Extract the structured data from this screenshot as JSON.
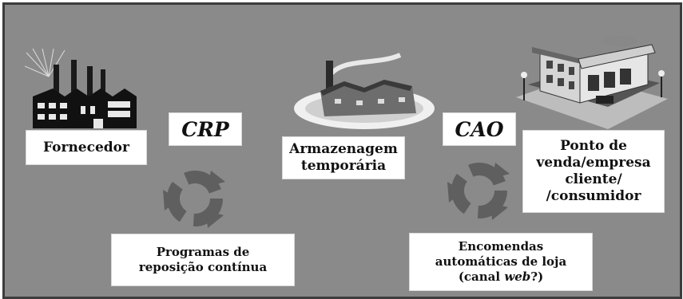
{
  "nodes": {
    "fornecedor": "Fornecedor",
    "crp": "CRP",
    "armazenagem": [
      "Armazenagem",
      "temporária"
    ],
    "cao": "CAO",
    "ponto": [
      "Ponto de",
      "venda/empresa",
      "cliente/",
      "/consumidor"
    ],
    "programas": [
      "Programas de",
      "reposição contínua"
    ],
    "encomendas": [
      "Encomendas",
      "automáticas de loja"
    ],
    "canal_prefix": "(canal ",
    "canal_web": "web",
    "canal_suffix": "?)"
  },
  "icons": {
    "factory": "factory-icon",
    "warehouse": "warehouse-icon",
    "store": "store-icon",
    "cycle": "cycle-arrows-icon"
  }
}
